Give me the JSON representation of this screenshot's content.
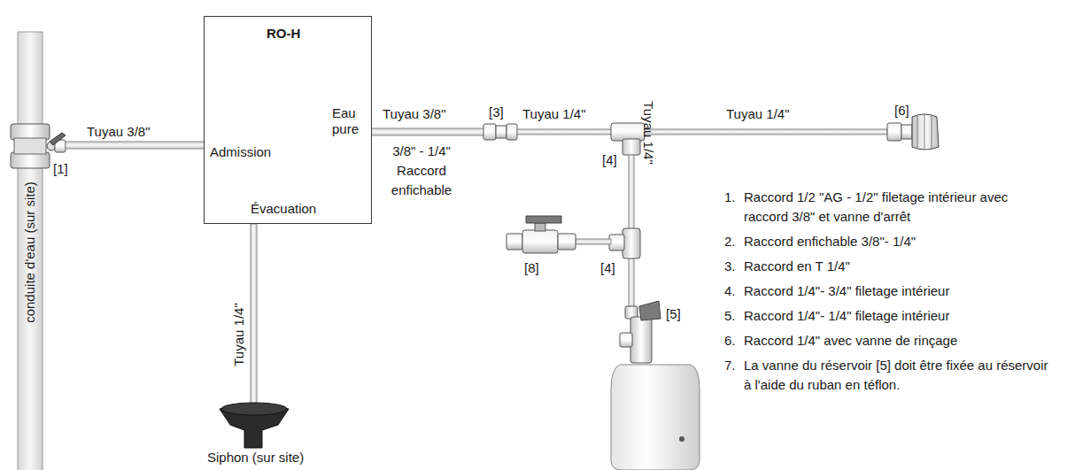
{
  "diagram": {
    "nodes": [
      {
        "text": [
          "RO-H",
          "Admission",
          "Eau pure",
          "Évacuation"
        ]
      }
    ],
    "labels": [
      "Tuyau 3/8\"",
      "[1]",
      "conduite d'eau (sur site)",
      "Tuyau 3/8\"",
      "[3]",
      "3/8\" - 1/4\" Raccord enfichable",
      "Tuyau 1/4\"",
      "Tuyau 1/4\"",
      "[6]",
      "[4]",
      "Tuyau 1/4\"",
      "[8]",
      "[4]",
      "[5]",
      "Tuyau 1/4\"",
      "Siphon (sur site)",
      "1.",
      "Raccord 1/2 \"AG - 1/2\" filetage intérieur avec raccord 3/8\" et vanne d'arrêt",
      "2.",
      "Raccord enfichable 3/8\"- 1/4\"",
      "3.",
      "Raccord en T 1/4\"",
      "4.",
      "Raccord 1/4\"- 3/4\" filetage intérieur",
      "5.",
      "Raccord 1/4\"- 1/4\" filetage intérieur",
      "6.",
      "Raccord 1/4\" avec vanne de rinçage",
      "7.",
      "La vanne du réservoir [5] doit être fixée au réservoir à l'aide du ruban en téflon."
    ]
  }
}
